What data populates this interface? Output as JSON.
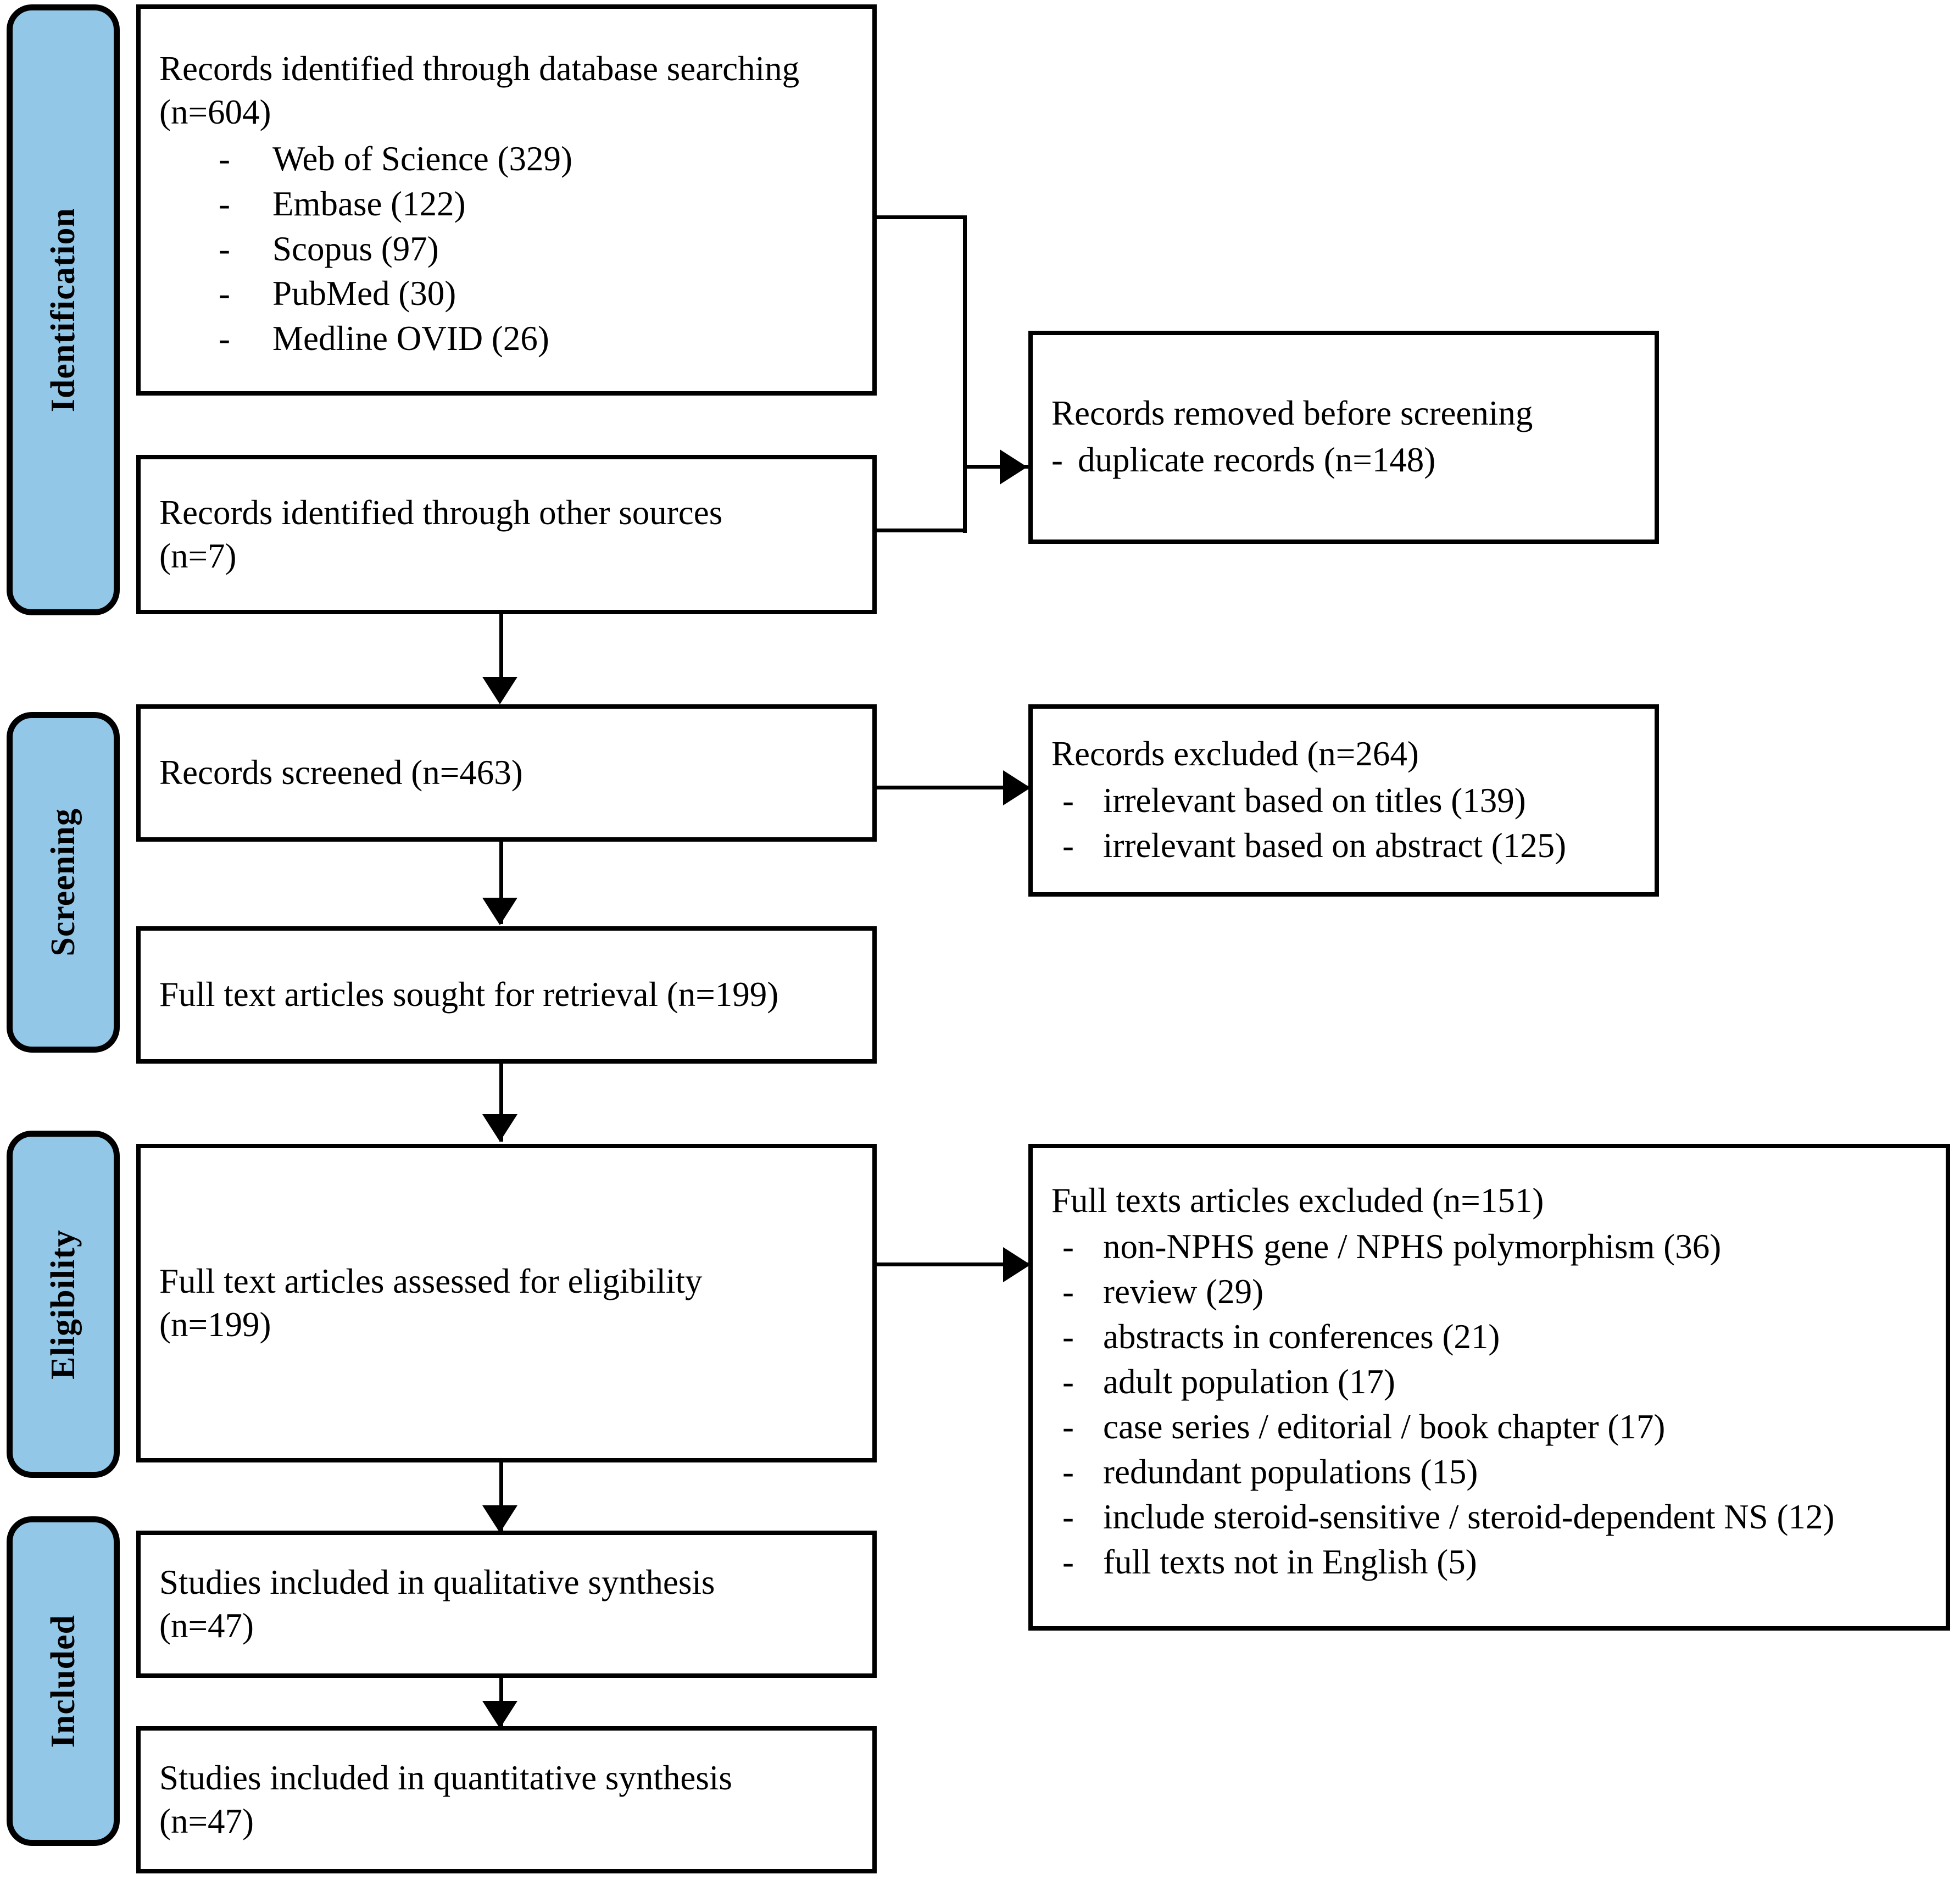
{
  "diagram": {
    "type": "prisma-flow-diagram",
    "stages": [
      {
        "id": "identification",
        "label": "Identification"
      },
      {
        "id": "screening",
        "label": "Screening"
      },
      {
        "id": "eligibility",
        "label": "Eligibility"
      },
      {
        "id": "included",
        "label": "Included"
      }
    ],
    "accent_color": "#93c7e8",
    "line_color": "#000000",
    "background_color": "#ffffff"
  },
  "boxes": {
    "database_search": {
      "title": "Records identified through database searching\n(n=604)",
      "count": 604,
      "items": [
        {
          "label": "Web of Science (329)",
          "name": "Web of Science",
          "count": 329
        },
        {
          "label": "Embase (122)",
          "name": "Embase",
          "count": 122
        },
        {
          "label": "Scopus (97)",
          "name": "Scopus",
          "count": 97
        },
        {
          "label": "PubMed (30)",
          "name": "PubMed",
          "count": 30
        },
        {
          "label": "Medline OVID (26)",
          "name": "Medline OVID",
          "count": 26
        }
      ]
    },
    "other_sources": {
      "title": "Records identified through other sources\n(n=7)",
      "count": 7
    },
    "removed_before_screening": {
      "title": "Records removed before screening",
      "items": [
        {
          "label": "duplicate records (n=148)",
          "name": "duplicate records",
          "count": 148
        }
      ]
    },
    "records_screened": {
      "title": "Records screened (n=463)",
      "count": 463
    },
    "records_excluded": {
      "title": "Records excluded (n=264)",
      "count": 264,
      "items": [
        {
          "label": "irrelevant based on titles (139)",
          "name": "irrelevant based on titles",
          "count": 139
        },
        {
          "label": "irrelevant based on abstract (125)",
          "name": "irrelevant based on abstract",
          "count": 125
        }
      ]
    },
    "full_text_sought": {
      "title": "Full text articles sought for retrieval (n=199)",
      "count": 199
    },
    "full_text_assessed": {
      "title": "Full text articles assessed for eligibility\n(n=199)",
      "count": 199
    },
    "full_text_excluded": {
      "title": "Full texts articles excluded (n=151)",
      "count": 151,
      "items": [
        {
          "label": "non-NPHS gene / NPHS polymorphism (36)",
          "name": "non-NPHS gene / NPHS polymorphism",
          "count": 36
        },
        {
          "label": "review (29)",
          "name": "review",
          "count": 29
        },
        {
          "label": "abstracts in conferences (21)",
          "name": "abstracts in conferences",
          "count": 21
        },
        {
          "label": "adult population (17)",
          "name": "adult population",
          "count": 17
        },
        {
          "label": "case series / editorial / book chapter (17)",
          "name": "case series / editorial / book chapter",
          "count": 17
        },
        {
          "label": "redundant populations (15)",
          "name": "redundant populations",
          "count": 15
        },
        {
          "label": "include steroid-sensitive / steroid-dependent NS (12)",
          "name": "include steroid-sensitive / steroid-dependent NS",
          "count": 12
        },
        {
          "label": "full texts not in English (5)",
          "name": "full texts not in English",
          "count": 5
        }
      ]
    },
    "qualitative_synthesis": {
      "title": "Studies included in qualitative synthesis\n(n=47)",
      "count": 47
    },
    "quantitative_synthesis": {
      "title": "Studies included in quantitative synthesis\n(n=47)",
      "count": 47
    }
  },
  "bullet_glyph": "-"
}
